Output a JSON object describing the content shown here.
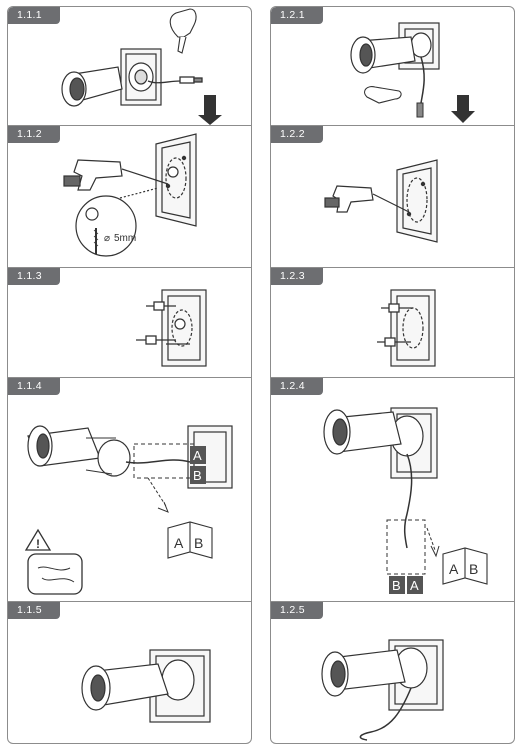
{
  "steps": {
    "s111": "1.1.1",
    "s112": "1.1.2",
    "s113": "1.1.3",
    "s114": "1.1.4",
    "s115": "1.1.5",
    "s121": "1.2.1",
    "s122": "1.2.2",
    "s123": "1.2.3",
    "s124": "1.2.4",
    "s125": "1.2.5"
  },
  "drill_size": "5mm",
  "manual_left": "A",
  "manual_right": "B",
  "label_a": "A",
  "label_b": "B",
  "warning_symbol": "!",
  "colors": {
    "tag_bg": "#6d6e71",
    "stroke": "#333333",
    "plate": "#f7f7f7"
  },
  "icons": [
    "camera-icon",
    "wall-plate-icon",
    "hand-icon",
    "drill-icon",
    "screw-icon",
    "cable-connector-icon",
    "manual-book-icon",
    "warning-icon",
    "arrow-down-icon"
  ]
}
